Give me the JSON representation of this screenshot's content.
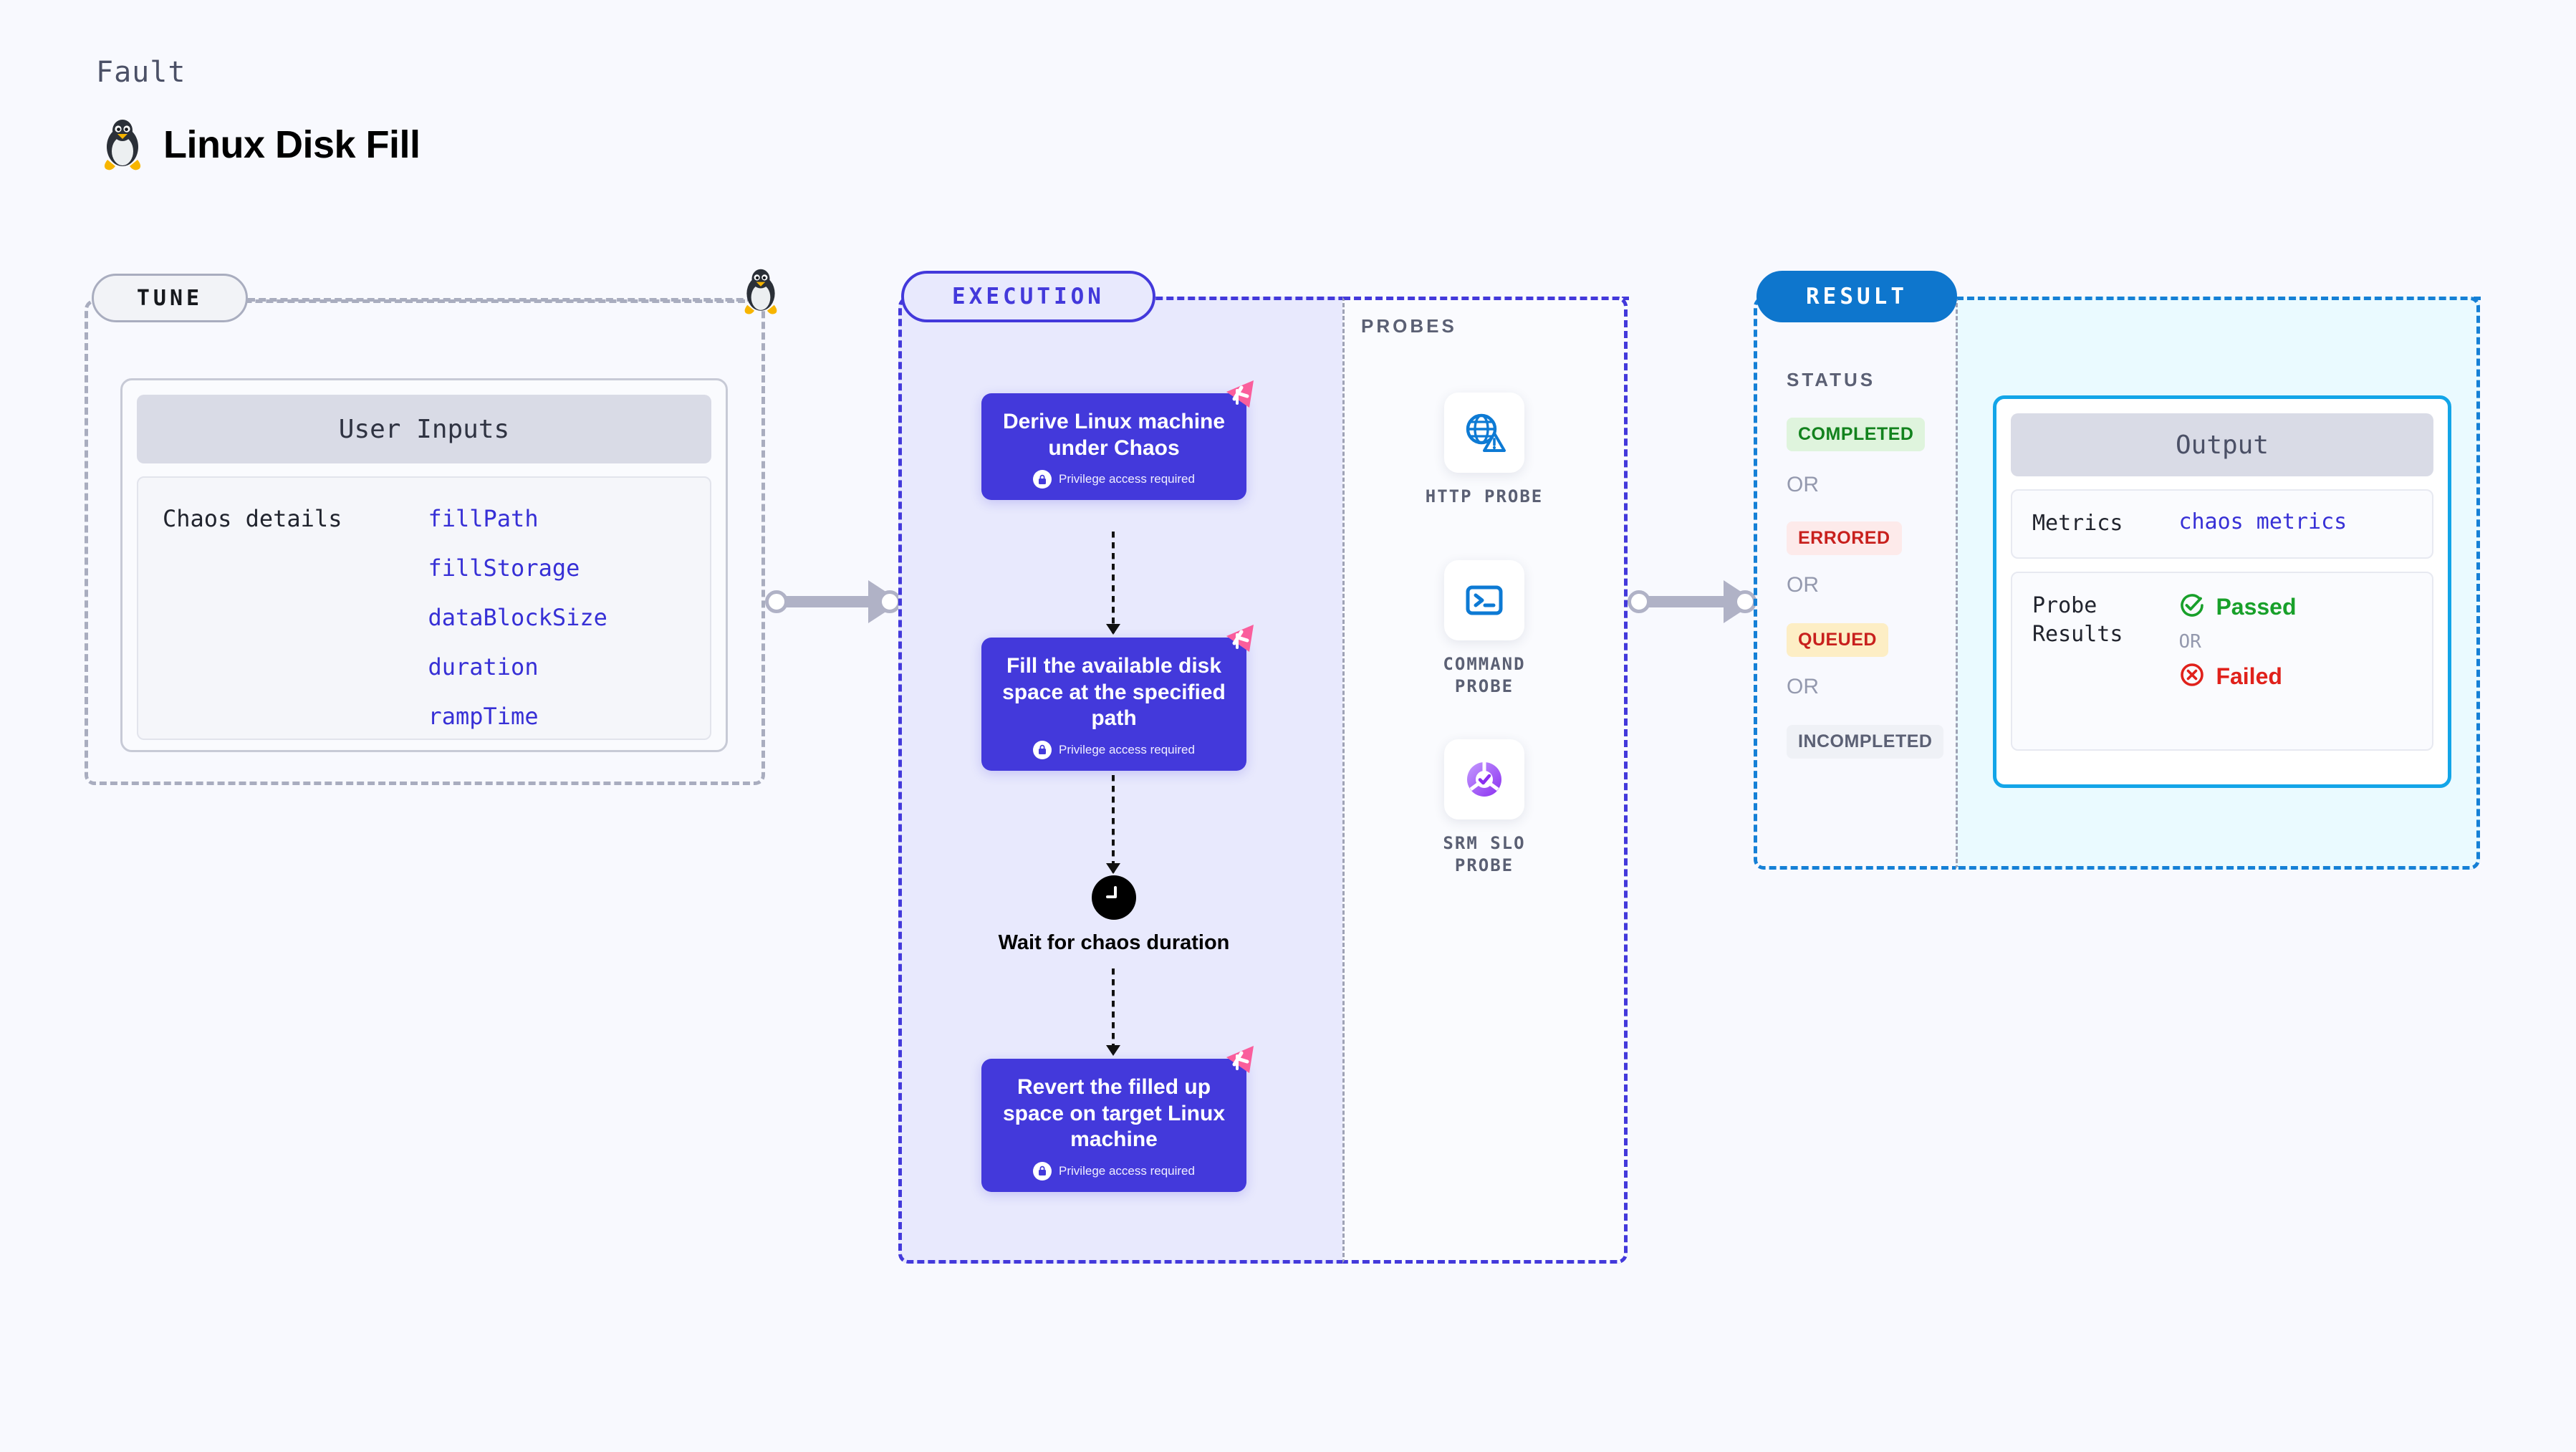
{
  "header": {
    "kicker": "Fault",
    "title": "Linux Disk Fill",
    "icon": "linux-tux-icon"
  },
  "tune": {
    "badge": "TUNE",
    "card_title": "User Inputs",
    "row_key": "Chaos details",
    "inputs": [
      "fillPath",
      "fillStorage",
      "dataBlockSize",
      "duration",
      "rampTime"
    ]
  },
  "execution": {
    "badge": "EXECUTION",
    "privilege_note": "Privilege access required",
    "steps": [
      {
        "title": "Derive Linux machine under Chaos",
        "privileged": true
      },
      {
        "title": "Fill the available disk space at the specified path",
        "privileged": true
      },
      {
        "title": "Revert the filled up space on target Linux machine",
        "privileged": true
      }
    ],
    "wait_node": {
      "label": "Wait for chaos duration",
      "icon": "clock-icon"
    }
  },
  "probes": {
    "label": "PROBES",
    "items": [
      {
        "name": "HTTP PROBE",
        "icon": "globe-warning-icon"
      },
      {
        "name": "COMMAND PROBE",
        "icon": "terminal-icon"
      },
      {
        "name": "SRM SLO PROBE",
        "icon": "srm-slo-icon"
      }
    ]
  },
  "result": {
    "badge": "RESULT",
    "status_label": "STATUS",
    "or_label": "OR",
    "statuses": [
      {
        "label": "COMPLETED",
        "color": "#12821d",
        "bg": "#dff4dd"
      },
      {
        "label": "ERRORED",
        "color": "#c8201d",
        "bg": "#fdeaea"
      },
      {
        "label": "QUEUED",
        "color": "#c8201d",
        "bg": "#fdeec5"
      },
      {
        "label": "INCOMPLETED",
        "color": "#5b6074",
        "bg": "#eff1f6"
      }
    ]
  },
  "output": {
    "card_title": "Output",
    "metrics_key": "Metrics",
    "metrics_value": "chaos metrics",
    "probe_results_key": "Probe\nResults",
    "passed_label": "Passed",
    "failed_label": "Failed",
    "or_label": "OR"
  },
  "colors": {
    "page_bg": "#f8f9fe",
    "execution_accent": "#4339db",
    "execution_bg": "#e8e9fd",
    "result_accent": "#1580d6",
    "output_bg": "#eafaff",
    "tune_accent": "#a9adbf",
    "chaos_badge": "#fa5e9c",
    "probe_blue": "#0d7ad4",
    "link_indigo": "#3730d6"
  }
}
